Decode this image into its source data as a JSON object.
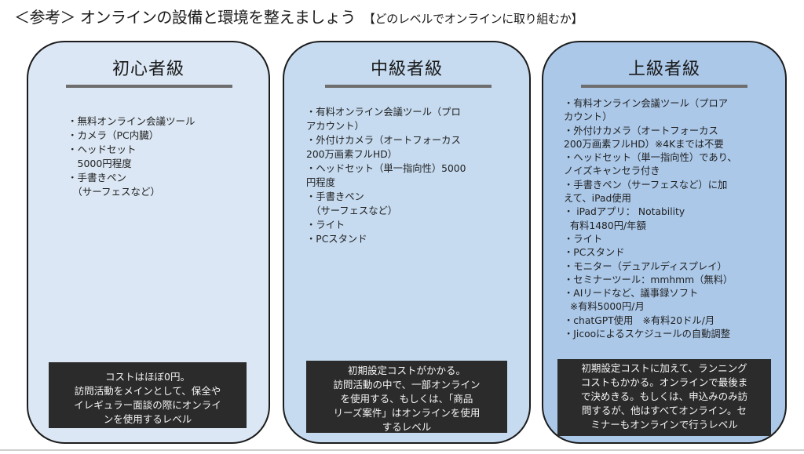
{
  "title": {
    "main": "＜参考＞ オンラインの設備と環境を整えましょう",
    "sub": "【どのレベルでオンラインに取り組むか】"
  },
  "cards": [
    {
      "heading": "初心者級",
      "items": [
        "・無料オンライン会議ツール",
        "・カメラ（PC内臓）",
        "・ヘッドセット",
        "　5000円程度",
        "・手書きペン",
        "　（サーフェスなど）"
      ],
      "footer": [
        "コストはほぼ0円。",
        "訪問活動をメインとして、保全や",
        "イレギュラー面談の際にオンライ",
        "ンを使用するレベル"
      ]
    },
    {
      "heading": "中級者級",
      "items": [
        "・有料オンライン会議ツール（プロ",
        "アカウント）",
        "・外付けカメラ（オートフォーカス",
        "200万画素フルHD）",
        "・ヘッドセット（単一指向性）5000",
        "円程度",
        "・手書きペン",
        "　（サーフェスなど）",
        "・ライト",
        "・PCスタンド"
      ],
      "footer": [
        "初期設定コストがかかる。",
        "訪問活動の中で、一部オンライン",
        "を使用する、もしくは、「商品",
        "リーズ案件」はオンラインを使用",
        "するレベル"
      ]
    },
    {
      "heading": "上級者級",
      "items": [
        "・有料オンライン会議ツール（プロア",
        "カウント）",
        "・外付けカメラ（オートフォーカス",
        "200万画素フルHD）※4Kまでは不要",
        "・ヘッドセット（単一指向性）であり、",
        "ノイズキャンセラ付き",
        "・手書きペン（サーフェスなど）に加",
        "えて、iPad使用",
        "・ iPadアプリ： Notability",
        "  有料1480円/年額",
        "・ライト",
        "・PCスタンド",
        "・モニター（デュアルディスプレイ）",
        "・セミナーツール：mmhmm（無料）",
        "・AIリードなど、議事録ソフト",
        "  ※有料5000円/月",
        "・chatGPT使用　※有料20ドル/月",
        "・Jicooによるスケジュールの自動調整"
      ],
      "footer": [
        "初期設定コストに加えて、ランニング",
        "コストもかかる。オンラインで最後ま",
        "で決めきる。もしくは、申込みのみ訪",
        "問するが、他はすべてオンライン。セ",
        "ミナーもオンラインで行うレベル"
      ]
    }
  ]
}
